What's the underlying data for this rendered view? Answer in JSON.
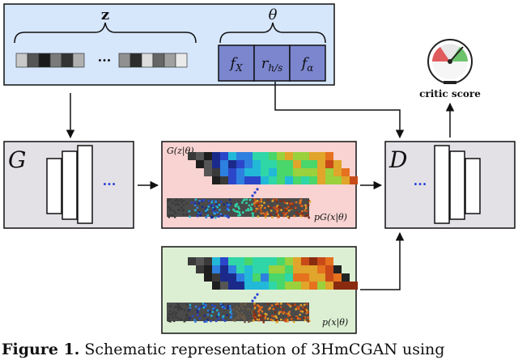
{
  "diagram": {
    "z_label": "z",
    "theta_label": "θ",
    "params": [
      "f",
      "r",
      "f"
    ],
    "param_subs": [
      "X",
      "h/s",
      "α"
    ],
    "ellipsis": "···",
    "generator_label": "G",
    "discriminator_label": "D",
    "generated_label": "G(z|θ)",
    "gen_dist_label": "pG(x|θ)",
    "real_dist_label": "p(x|θ)",
    "critic_label": "critic score",
    "colors": {
      "input_box": "#d6e6fb",
      "param_cell": "#7b86cf",
      "net_box": "#e3e1e6",
      "gen_box": "#f8d3d2",
      "real_box": "#dcefd3",
      "dots": "#2a3fd6"
    }
  },
  "caption": {
    "bold": "Figure 1.",
    "text": " Schematic representation of 3HmCGAN using"
  }
}
